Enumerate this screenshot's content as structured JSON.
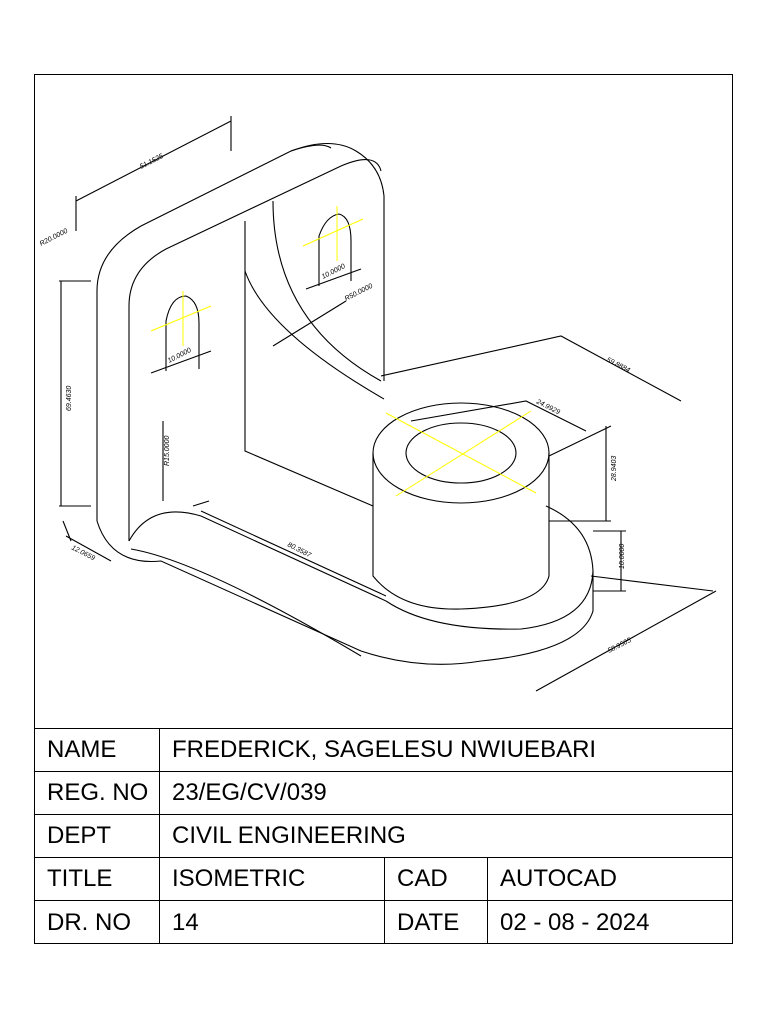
{
  "dimensions": {
    "width_top": "51.1525",
    "fillet_top": "R20.0000",
    "height_left": "69.4630",
    "thickness": "12.0659",
    "inner_fillet": "R15.0000",
    "base_length": "80.3587",
    "hole_left": "10.0000",
    "hole_right": "10.0000",
    "big_arc": "R50.0000",
    "cyl_length": "59.8884",
    "cyl_dia": "24.9929",
    "cyl_height": "28.9403",
    "base_thk": "10.0000",
    "base_span": "58.9505"
  },
  "colors": {
    "line": "#000000",
    "center": "#ffff00"
  },
  "titleblock": {
    "name_label": "NAME",
    "name_value": "FREDERICK, SAGELESU NWIUEBARI",
    "reg_label": "REG. NO",
    "reg_value": "23/EG/CV/039",
    "dept_label": "DEPT",
    "dept_value": "CIVIL ENGINEERING",
    "title_label": "TITLE",
    "title_value": "ISOMETRIC",
    "cad_label": "CAD",
    "cad_value": "AUTOCAD",
    "drno_label": "DR. NO",
    "drno_value": "14",
    "date_label": "DATE",
    "date_value": "02 - 08 - 2024"
  }
}
